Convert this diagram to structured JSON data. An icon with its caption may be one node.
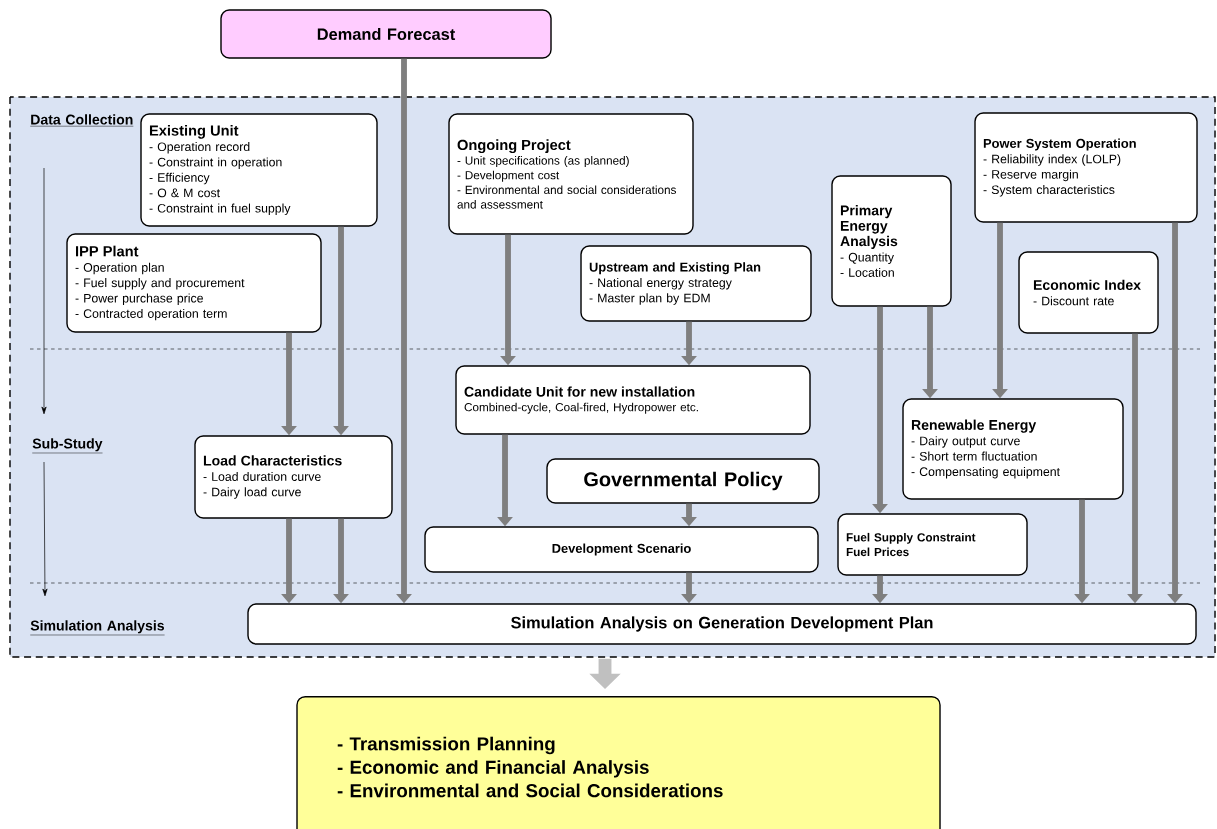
{
  "diagram": {
    "nodes": [
      {
        "text": [
          "Demand Forecast"
        ]
      },
      {
        "text": [
          "Existing Unit",
          "- Operation record",
          "- Constraint in operation",
          "- Efficiency",
          "- O & M cost",
          "- Constraint in fuel supply"
        ]
      },
      {
        "text": [
          "IPP Plant",
          "- Operation plan",
          "- Fuel supply and procurement",
          "- Power purchase price",
          "- Contracted operation term"
        ]
      },
      {
        "text": [
          "Ongoing Project",
          "- Unit specifications (as planned)",
          "- Development cost",
          "- Environmental and social considerations and assessment"
        ]
      },
      {
        "text": [
          "Upstream and Existing Plan",
          "- National energy strategy",
          "- Master plan by EDM"
        ]
      },
      {
        "text": [
          "Primary Energy Analysis",
          "- Quantity",
          "- Location"
        ]
      },
      {
        "text": [
          "Power System Operation",
          "- Reliability index (LOLP)",
          "- Reserve margin",
          "- System characteristics"
        ]
      },
      {
        "text": [
          "Economic Index",
          "- Discount rate"
        ]
      },
      {
        "text": [
          "Candidate Unit for new installation",
          "Combined-cycle, Coal-fired, Hydropower etc."
        ]
      },
      {
        "text": [
          "Load Characteristics",
          "- Load duration curve",
          "- Dairy load curve"
        ]
      },
      {
        "text": [
          "Governmental Policy"
        ]
      },
      {
        "text": [
          "Renewable Energy",
          "- Dairy output curve",
          "- Short term fluctuation",
          "- Compensating equipment"
        ]
      },
      {
        "text": [
          "Development Scenario"
        ]
      },
      {
        "text": [
          "Fuel Supply Constraint",
          "Fuel Prices"
        ]
      },
      {
        "text": [
          "Simulation Analysis on Generation Development Plan"
        ]
      },
      {
        "text": [
          "- Transmission Planning",
          "- Economic and Financial Analysis",
          "- Environmental and Social Considerations"
        ]
      }
    ],
    "edges": [
      {
        "from": 0,
        "to": 14,
        "arrow": "to"
      },
      {
        "from": 1,
        "to": 9,
        "arrow": "to"
      },
      {
        "from": 2,
        "to": 9,
        "arrow": "to"
      },
      {
        "from": 9,
        "to": 14,
        "arrow": "to"
      },
      {
        "from": 9,
        "to": 14,
        "arrow": "to"
      },
      {
        "from": 3,
        "to": 8,
        "arrow": "to"
      },
      {
        "from": 4,
        "to": 8,
        "arrow": "to"
      },
      {
        "from": 8,
        "to": 12,
        "arrow": "to"
      },
      {
        "from": 10,
        "to": 12,
        "arrow": "to"
      },
      {
        "from": 12,
        "to": 14,
        "arrow": "to"
      },
      {
        "from": 5,
        "to": 13,
        "arrow": "to"
      },
      {
        "from": 5,
        "to": 11,
        "arrow": "to"
      },
      {
        "from": 6,
        "to": 11,
        "arrow": "to"
      },
      {
        "from": 13,
        "to": 14,
        "arrow": "to"
      },
      {
        "from": 11,
        "to": 14,
        "arrow": "to"
      },
      {
        "from": 7,
        "to": 14,
        "arrow": "to"
      },
      {
        "from": 6,
        "to": 14,
        "arrow": "to"
      },
      {
        "from": 14,
        "to": 15,
        "arrow": "to",
        "style": "thick",
        "color": "#c0c0c0"
      }
    ],
    "labels": [
      "Data Collection",
      "Sub-Study",
      "Simulation Analysis"
    ]
  }
}
